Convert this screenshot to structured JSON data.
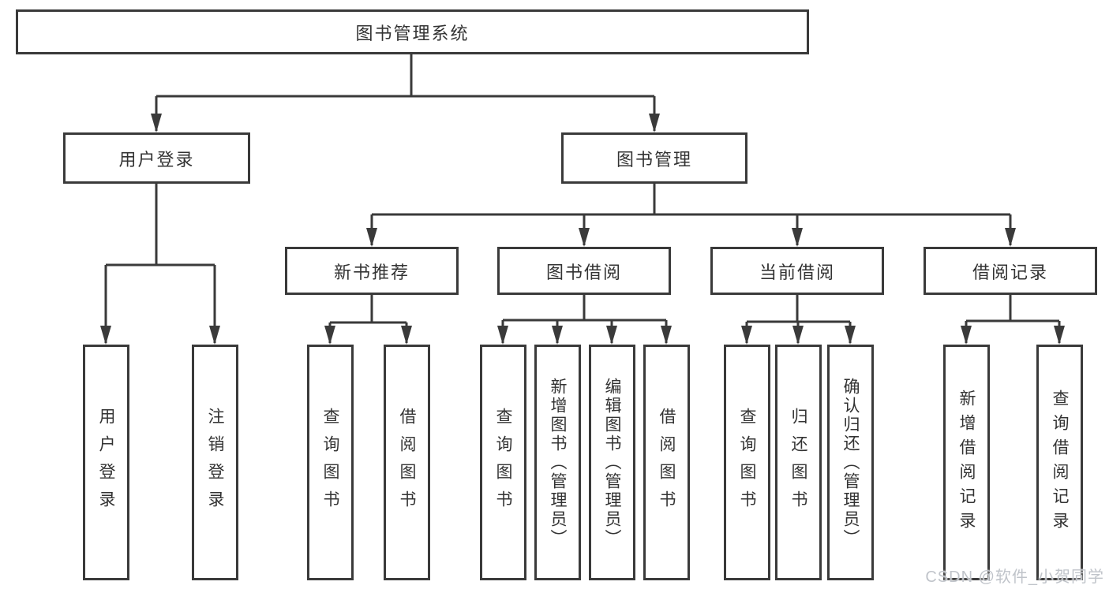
{
  "diagram": {
    "root": {
      "label": "图书管理系统"
    },
    "branches": [
      {
        "label": "用户登录",
        "children": [
          {
            "label": "用户登录"
          },
          {
            "label": "注销登录"
          }
        ]
      },
      {
        "label": "图书管理",
        "sections": [
          {
            "label": "新书推荐",
            "children": [
              {
                "label": "查询图书"
              },
              {
                "label": "借阅图书"
              }
            ]
          },
          {
            "label": "图书借阅",
            "children": [
              {
                "label": "查询图书"
              },
              {
                "label": "新增图书（管理员）"
              },
              {
                "label": "编辑图书（管理员）"
              },
              {
                "label": "借阅图书"
              }
            ]
          },
          {
            "label": "当前借阅",
            "children": [
              {
                "label": "查询图书"
              },
              {
                "label": "归还图书"
              },
              {
                "label": "确认归还（管理员）"
              }
            ]
          },
          {
            "label": "借阅记录",
            "children": [
              {
                "label": "新增借阅记录"
              },
              {
                "label": "查询借阅记录"
              }
            ]
          }
        ]
      }
    ]
  },
  "watermark": "CSDN @软件_小贺同学",
  "colors": {
    "line": "#3a3a3a",
    "text": "#333333",
    "watermark": "#c0c4ca",
    "background": "#ffffff"
  }
}
